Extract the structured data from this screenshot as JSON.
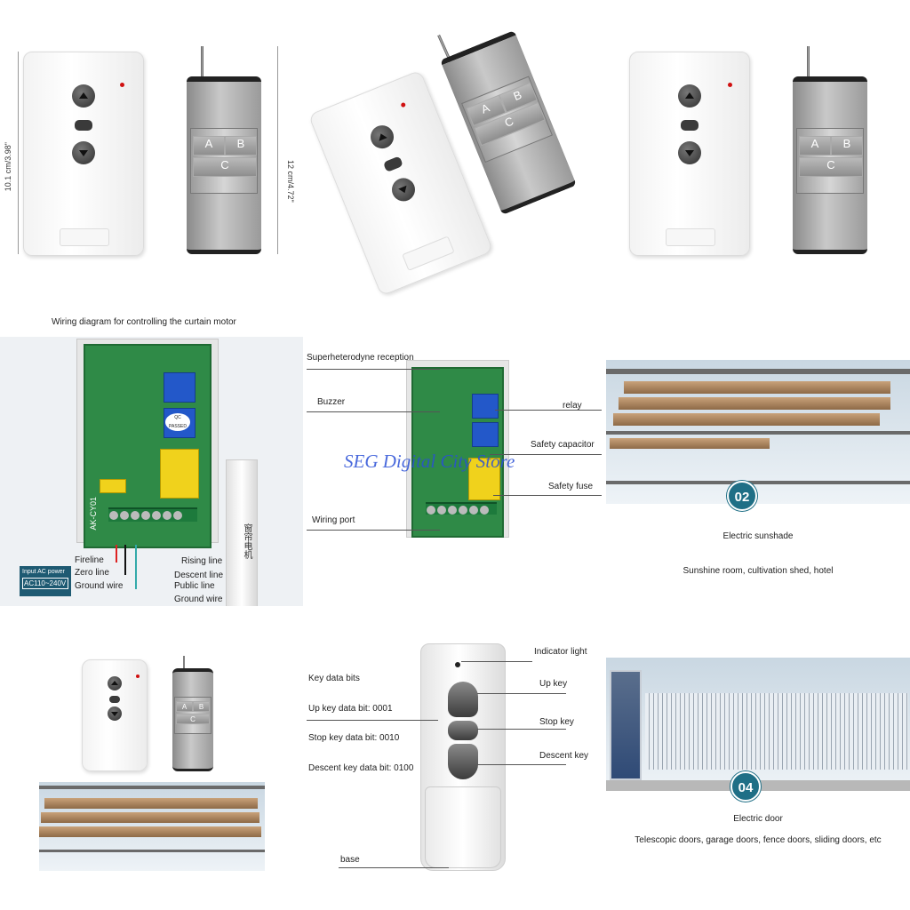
{
  "dimensions": {
    "height": "10.1 cm/3.98\"",
    "width": "12 cm/4.72\""
  },
  "remote_keys": {
    "a": "A",
    "b": "B",
    "c": "C"
  },
  "wiring": {
    "title": "Wiring diagram for controlling the curtain motor",
    "fireline": "Fireline",
    "zeroline": "Zero line",
    "groundwire": "Ground wire",
    "input_power": "Input AC power",
    "voltage": "AC110~240V",
    "rising": "Rising line",
    "descent": "Descent line",
    "public": "Public line",
    "ground2": "Ground wire",
    "pcb_model": "AK-CY01",
    "qc": "QC PASSED",
    "motor_text": "窗帘电机"
  },
  "board": {
    "superhet": "Superheterodyne reception",
    "buzzer": "Buzzer",
    "relay": "relay",
    "safety_cap": "Safety capacitor",
    "safety_fuse": "Safety fuse",
    "wiring_port": "Wiring port",
    "watermark": "SEG Digital City Store"
  },
  "sunshade": {
    "badge": "02",
    "title": "Electric sunshade",
    "desc": "Sunshine room, cultivation shed, hotel"
  },
  "keys": {
    "indicator": "Indicator light",
    "key_bits": "Key data bits",
    "up_key": "Up key",
    "up_bits": "Up key data bit: 0001",
    "stop_key": "Stop key",
    "stop_bits": "Stop key data bit: 0010",
    "descent_key": "Descent key",
    "descent_bits": "Descent key data bit: 0100",
    "base": "base"
  },
  "door": {
    "badge": "04",
    "title": "Electric door",
    "desc": "Telescopic doors, garage doors, fence doors, sliding doors, etc"
  },
  "colors": {
    "pcb": "#2f8a47",
    "relay": "#2358c9",
    "badge": "#1f6f86",
    "led": "#d01010"
  }
}
